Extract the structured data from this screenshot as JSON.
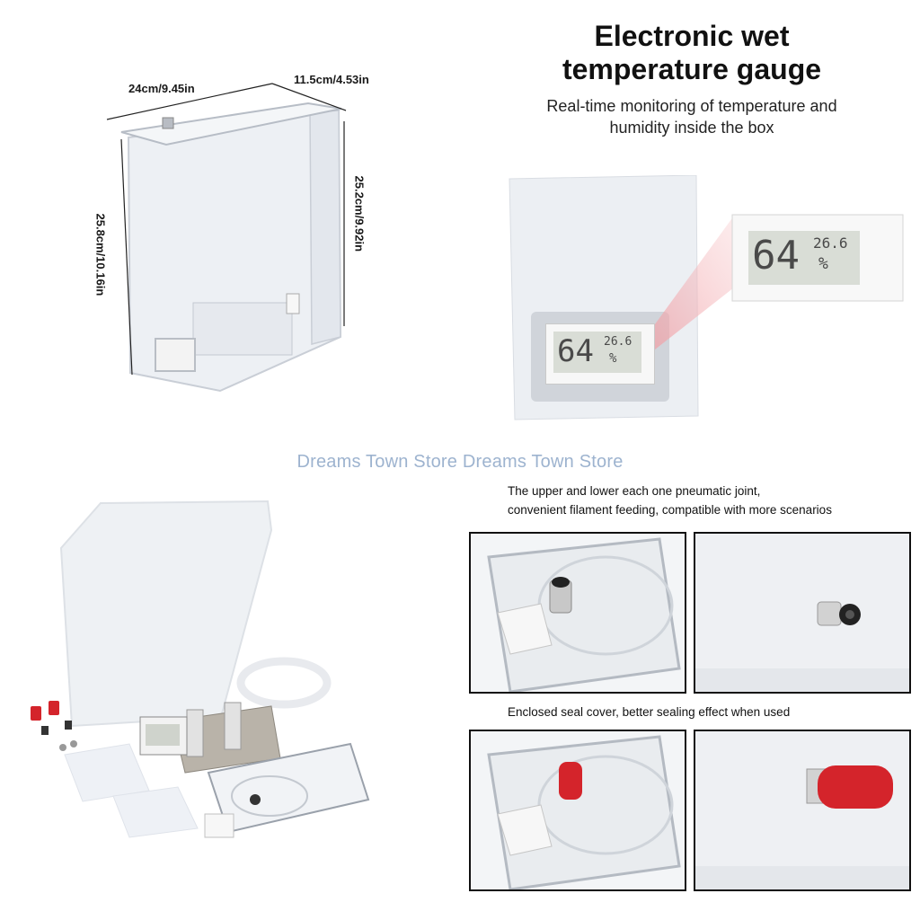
{
  "dimensions": {
    "width": "24cm/9.45in",
    "depth": "11.5cm/4.53in",
    "height_outer": "25.8cm/10.16in",
    "height_inner": "25.2cm/9.92in"
  },
  "gauge": {
    "title_line1": "Electronic wet",
    "title_line2": "temperature gauge",
    "subtitle_line1": "Real-time monitoring of temperature and",
    "subtitle_line2": "humidity inside the box",
    "humidity": "64",
    "temperature": "26.6",
    "unit": "%"
  },
  "watermark": "Dreams Town Store Dreams Town Store",
  "captions": {
    "joint_line1": "The upper and lower each one pneumatic joint,",
    "joint_line2": "convenient filament feeding, compatible with more scenarios",
    "seal": "Enclosed seal cover, better sealing effect when used"
  },
  "colors": {
    "plastic": "#eef0f3",
    "red_cap": "#d4242b",
    "watermark": "#9db3cf"
  }
}
